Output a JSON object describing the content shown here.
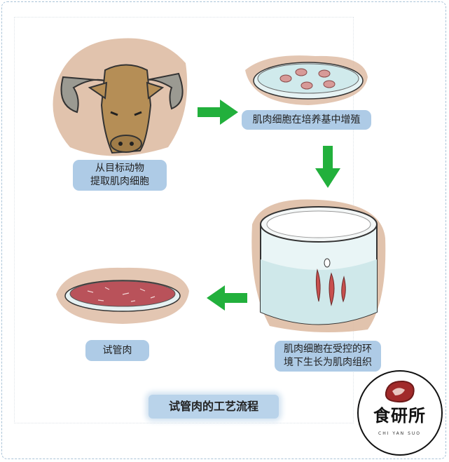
{
  "steps": [
    {
      "line1": "从目标动物",
      "line2": "提取肌肉细胞"
    },
    {
      "line1": "肌肉细胞在培养基中增殖"
    },
    {
      "line1": "肌肉细胞在受控的环",
      "line2": "境下生长为肌肉组织"
    },
    {
      "line1": "试管肉"
    }
  ],
  "title": "试管肉的工艺流程",
  "logo": {
    "name": "食研所",
    "pinyin": "CHI YAN SUO"
  },
  "colors": {
    "arrow": "#22b03c",
    "label": "#aecbe6",
    "splash": "#dcb89f"
  }
}
